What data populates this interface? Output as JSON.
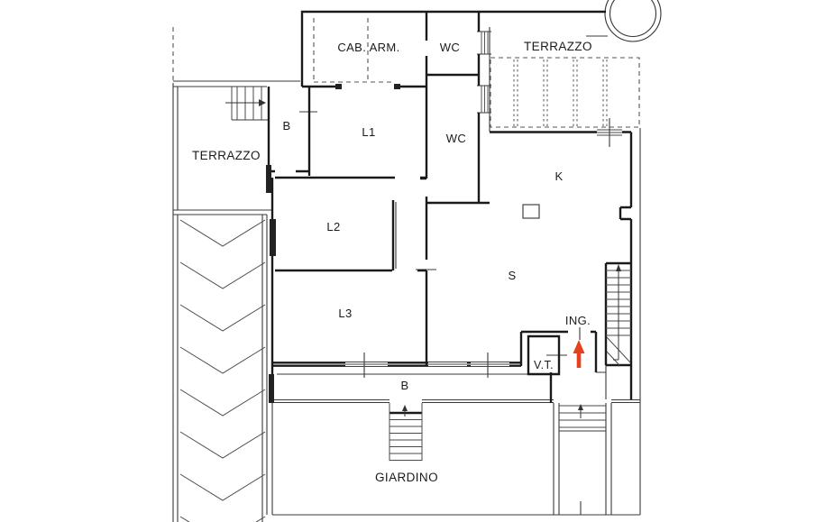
{
  "plan": {
    "background": "#ffffff",
    "wall_color": "#1a1a1a",
    "thin_line_color": "#3a3a3a",
    "stair_line_color": "#4a4a4a",
    "accent_arrow_color": "#e8401c"
  },
  "labels": {
    "terrazzo_left": "TERRAZZO",
    "cab_arm": "CAB. ARM.",
    "wc_top": "WC",
    "terrazzo_right": "TERRAZZO",
    "b_top": "B",
    "l1": "L1",
    "wc_mid": "WC",
    "k": "K",
    "l2": "L2",
    "l3": "L3",
    "s": "S",
    "ing": "ING.",
    "vt": "V.T.",
    "b_bottom": "B",
    "giardino": "GIARDINO"
  }
}
